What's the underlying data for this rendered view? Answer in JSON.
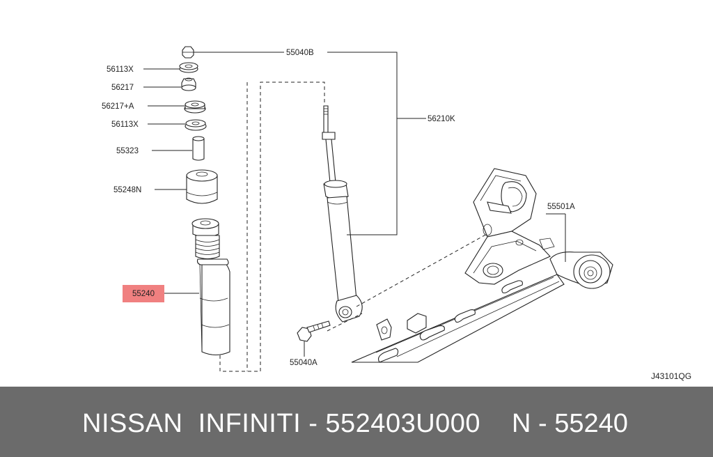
{
  "diagram": {
    "labels": {
      "p55040B": "55040B",
      "p56113X_top": "56113X",
      "p56217": "56217",
      "p56217A": "56217+A",
      "p56113X_bot": "56113X",
      "p55323": "55323",
      "p55248N": "55248N",
      "p55240": "55240",
      "p56210K": "56210K",
      "p55501A": "55501A",
      "p55040A": "55040A"
    },
    "highlight_color": "#f08080",
    "ref_code": "J43101QG"
  },
  "footer": {
    "brand_line": "NISSAN  INFINITI - 552403U000",
    "ref_line": "N - 55240",
    "background": "#6b6b6b"
  }
}
